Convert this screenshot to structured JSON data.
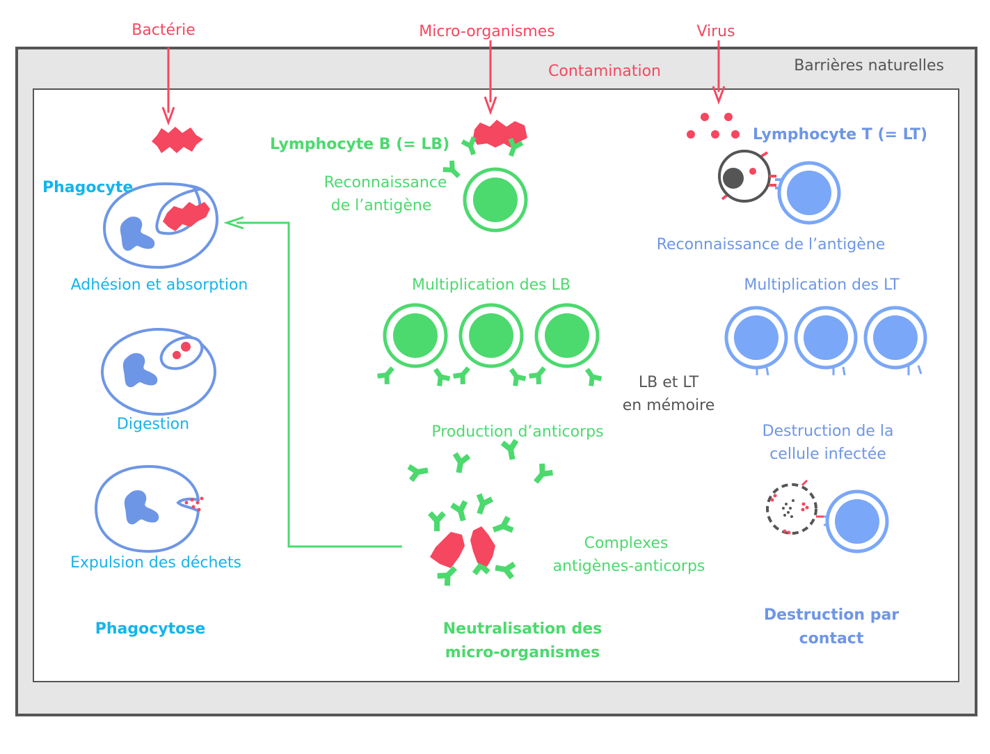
{
  "colors": {
    "pathogen": "#f5475f",
    "lymphocyte_b": "#4cd96e",
    "phagocyte_label": "#14b4ec",
    "phagocyte_cell": "#6e96e6",
    "lymphocyte_t": "#7aa7f7",
    "frame_outer": "#e6e6e6",
    "frame_stroke": "#555555"
  },
  "top": {
    "bacteria": "Bactérie",
    "microorganisms": "Micro-organismes",
    "virus": "Virus",
    "contamination": "Contamination",
    "barriers": "Barrières naturelles"
  },
  "phagocytosis": {
    "cell_label": "Phagocyte",
    "step1": "Adhésion et absorption",
    "step2": "Digestion",
    "step3": "Expulsion des déchets",
    "title": "Phagocytose"
  },
  "b_response": {
    "cell_label": "Lymphocyte B (= LB)",
    "recognition_line1": "Reconnaissance",
    "recognition_line2": "de l’antigène",
    "multiplication": "Multiplication des LB",
    "antibody_production": "Production d’anticorps",
    "complexes_line1": "Complexes",
    "complexes_line2": "antigènes-anticorps",
    "title_line1": "Neutralisation des",
    "title_line2": "micro-organismes"
  },
  "memory": {
    "line1": "LB et LT",
    "line2": "en mémoire"
  },
  "t_response": {
    "cell_label": "Lymphocyte T (= LT)",
    "recognition": "Reconnaissance de l’antigène",
    "multiplication": "Multiplication des LT",
    "destruction_line1": "Destruction de la",
    "destruction_line2": "cellule infectée",
    "title_line1": "Destruction par",
    "title_line2": "contact"
  },
  "icons": [
    "bacterium-icon",
    "phagocyte-icon",
    "lymphocyte-b-icon",
    "lymphocyte-t-icon",
    "antibody-icon",
    "virus-icon",
    "infected-cell-icon"
  ]
}
